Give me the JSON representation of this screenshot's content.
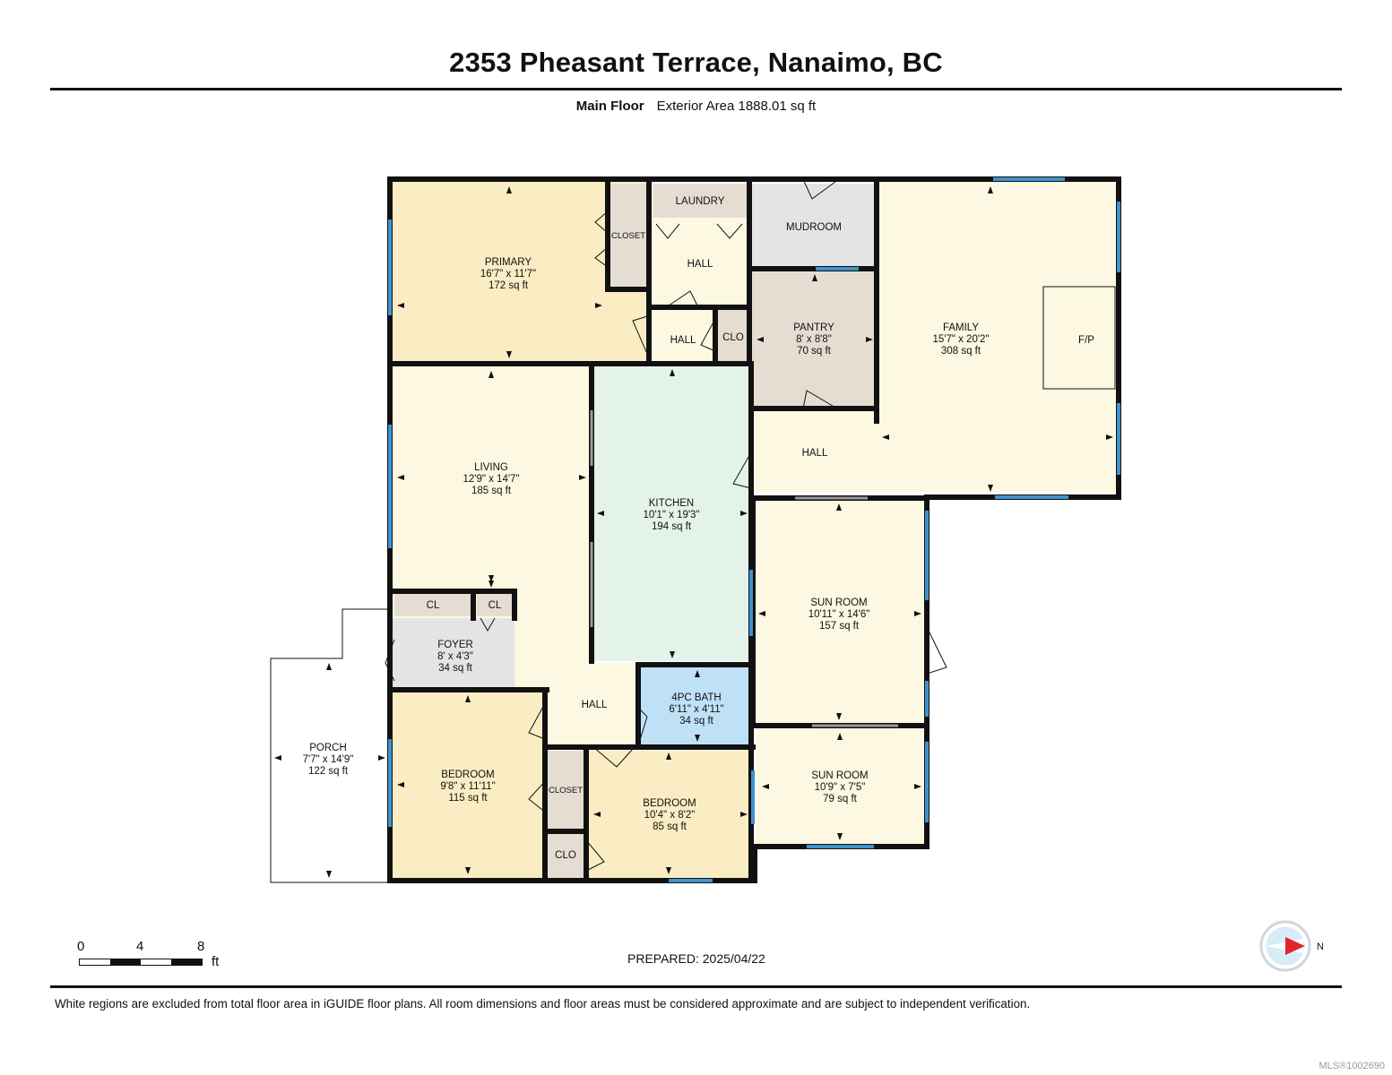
{
  "title": "2353 Pheasant Terrace, Nanaimo, BC",
  "floor": {
    "name": "Main Floor",
    "area_label": "Exterior Area 1888.01 sq ft"
  },
  "rooms": {
    "primary": {
      "name": "PRIMARY",
      "dims": "16'7\" x 11'7\"",
      "area": "172 sq ft"
    },
    "closet1": {
      "name": "CLOSET"
    },
    "laundry": {
      "name": "LAUNDRY"
    },
    "hall1": {
      "name": "HALL"
    },
    "mudroom": {
      "name": "MUDROOM"
    },
    "hall2": {
      "name": "HALL"
    },
    "clo1": {
      "name": "CLO"
    },
    "pantry": {
      "name": "PANTRY",
      "dims": "8' x 8'8\"",
      "area": "70 sq ft"
    },
    "family": {
      "name": "FAMILY",
      "dims": "15'7\" x 20'2\"",
      "area": "308 sq ft",
      "fp": "F/P"
    },
    "hall3": {
      "name": "HALL"
    },
    "living": {
      "name": "LIVING",
      "dims": "12'9\" x 14'7\"",
      "area": "185 sq ft"
    },
    "kitchen": {
      "name": "KITCHEN",
      "dims": "10'1\" x 19'3\"",
      "area": "194 sq ft"
    },
    "sunroom1": {
      "name": "SUN ROOM",
      "dims": "10'11\" x 14'6\"",
      "area": "157 sq ft"
    },
    "cl1": {
      "name": "CL"
    },
    "cl2": {
      "name": "CL"
    },
    "foyer": {
      "name": "FOYER",
      "dims": "8' x 4'3\"",
      "area": "34 sq ft"
    },
    "hall4": {
      "name": "HALL"
    },
    "bath": {
      "name": "4PC BATH",
      "dims": "6'11\" x 4'11\"",
      "area": "34 sq ft"
    },
    "porch": {
      "name": "PORCH",
      "dims": "7'7\" x 14'9\"",
      "area": "122 sq ft"
    },
    "bedroom1": {
      "name": "BEDROOM",
      "dims": "9'8\" x 11'11\"",
      "area": "115 sq ft"
    },
    "closet2": {
      "name": "CLOSET"
    },
    "clo2": {
      "name": "CLO"
    },
    "bedroom2": {
      "name": "BEDROOM",
      "dims": "10'4\" x 8'2\"",
      "area": "85 sq ft"
    },
    "sunroom2": {
      "name": "SUN ROOM",
      "dims": "10'9\" x 7'5\"",
      "area": "79 sq ft"
    }
  },
  "scale": {
    "ticks": [
      "0",
      "4",
      "8"
    ],
    "unit": "ft"
  },
  "compass": {
    "label": "N"
  },
  "prepared": "PREPARED: 2025/04/22",
  "disclaimer": "White regions are excluded from total floor area in iGUIDE floor plans. All room dimensions and floor areas must be considered approximate and are subject to independent verification.",
  "mls": "MLS®1002690",
  "colors": {
    "wall": "#111111",
    "window": "#3f92cc",
    "primary": "#faedc3",
    "living": "#fdf8e1",
    "kitchen": "#e4f3ea",
    "bath": "#bfe1f8",
    "storage": "#e6ddd2",
    "mudroom": "#e4e4e4",
    "bedroom": "#faedc3",
    "sunroom": "#fdf8e1"
  }
}
